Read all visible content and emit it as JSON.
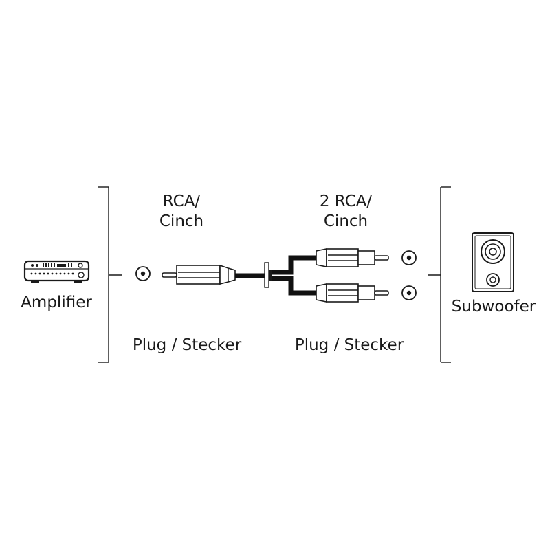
{
  "devices": {
    "amplifier_label": "Amplifier",
    "amplifier_icon": "amplifier-icon",
    "subwoofer_label": "Subwoofer",
    "subwoofer_icon": "subwoofer-speaker-icon"
  },
  "connectors": {
    "left_type_line1": "RCA/",
    "left_type_line2": "Cinch",
    "right_type_line1": "2 RCA/",
    "right_type_line2": "Cinch",
    "left_gender": "Plug / Stecker",
    "right_gender": "Plug / Stecker"
  },
  "colors": {
    "ink": "#1a1a1a",
    "cable": "#111111",
    "background": "#ffffff"
  }
}
